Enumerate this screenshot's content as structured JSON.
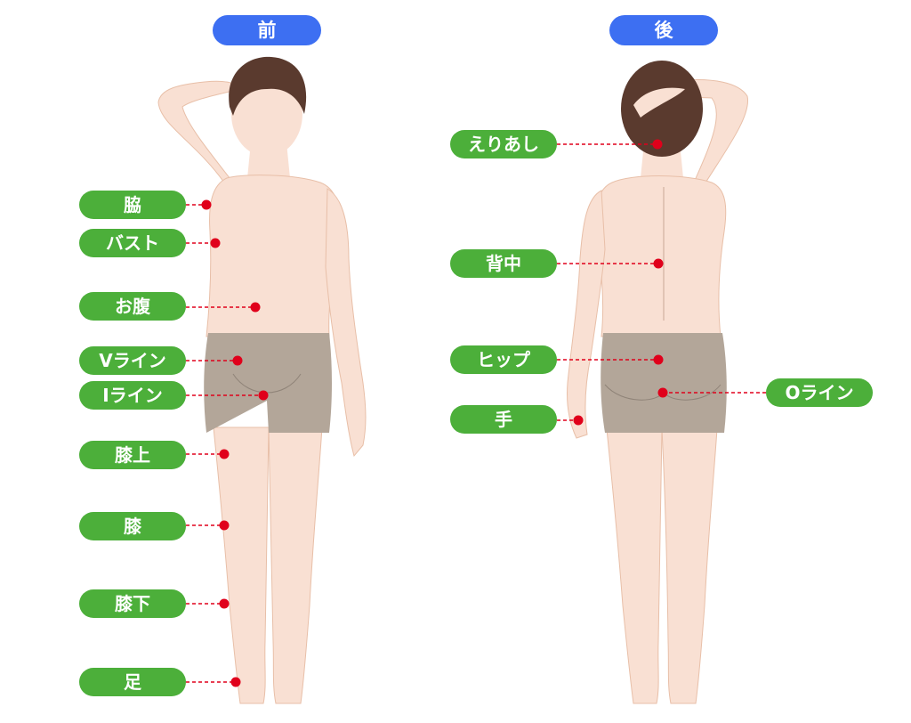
{
  "headers": {
    "front": "前",
    "back": "後"
  },
  "front_labels": [
    {
      "id": "waki",
      "text": "脇"
    },
    {
      "id": "bust",
      "text": "バスト"
    },
    {
      "id": "onaka",
      "text": "お腹"
    },
    {
      "id": "vline",
      "text": "Vライン"
    },
    {
      "id": "iline",
      "text": "Iライン"
    },
    {
      "id": "hizaue",
      "text": "膝上"
    },
    {
      "id": "hiza",
      "text": "膝"
    },
    {
      "id": "hizashita",
      "text": "膝下"
    },
    {
      "id": "ashi",
      "text": "足"
    }
  ],
  "back_labels": [
    {
      "id": "eriashi",
      "text": "えりあし"
    },
    {
      "id": "senaka",
      "text": "背中"
    },
    {
      "id": "hip",
      "text": "ヒップ"
    },
    {
      "id": "te",
      "text": "手"
    },
    {
      "id": "oline",
      "text": "Oライン"
    }
  ],
  "colors": {
    "label_green": "#4caf3a",
    "header_blue": "#3d6ff2",
    "marker_red": "#e0001b",
    "skin": "#f9e0d3",
    "skin_line": "#e8bfa8",
    "shorts": "#b3a699",
    "hair": "#5a3a2e"
  }
}
